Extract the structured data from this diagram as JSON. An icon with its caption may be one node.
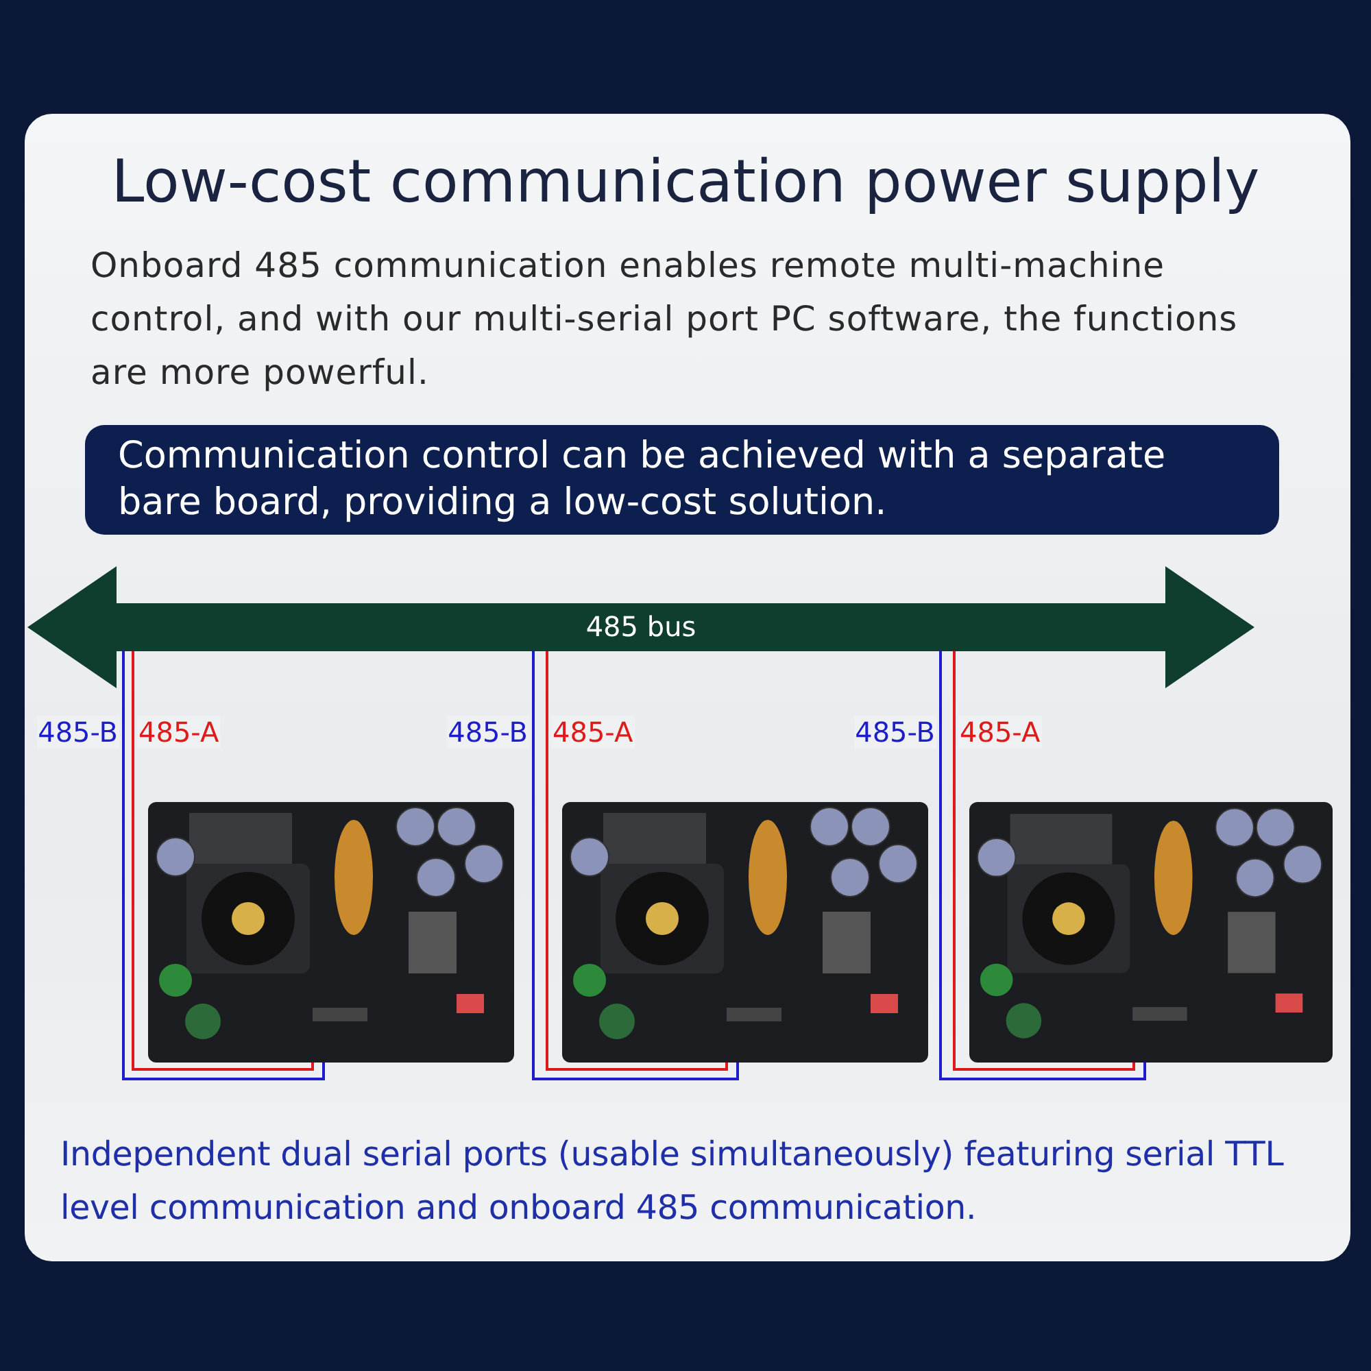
{
  "diagram": {
    "title": "Low-cost communication power supply",
    "nodes": [
      {
        "text": [
          "Communication control can be achieved with a separate bare board, providing a low-cost solution."
        ]
      },
      {
        "text": [
          "485 bus"
        ]
      },
      {
        "text": [],
        "shape": "picture"
      },
      {
        "text": [],
        "shape": "picture"
      },
      {
        "text": [],
        "shape": "picture"
      }
    ],
    "edges": [
      {
        "from": 1,
        "to": 2,
        "arrow": "none",
        "label": "485-B",
        "color": "#1d1dcc"
      },
      {
        "from": 1,
        "to": 2,
        "arrow": "none",
        "label": "485-A",
        "color": "#e01a1a"
      },
      {
        "from": 1,
        "to": 3,
        "arrow": "none",
        "label": "485-B",
        "color": "#1d1dcc"
      },
      {
        "from": 1,
        "to": 3,
        "arrow": "none",
        "label": "485-A",
        "color": "#e01a1a"
      },
      {
        "from": 1,
        "to": 4,
        "arrow": "none",
        "label": "485-B",
        "color": "#1d1dcc"
      },
      {
        "from": 1,
        "to": 4,
        "arrow": "none",
        "label": "485-A",
        "color": "#e01a1a"
      }
    ],
    "labels": [
      "Onboard 485 communication enables remote multi-machine control, and with our multi-serial port PC software, the functions are more powerful.",
      "Independent dual serial ports (usable simultaneously) featuring serial TTL level communication and onboard 485 communication."
    ]
  }
}
